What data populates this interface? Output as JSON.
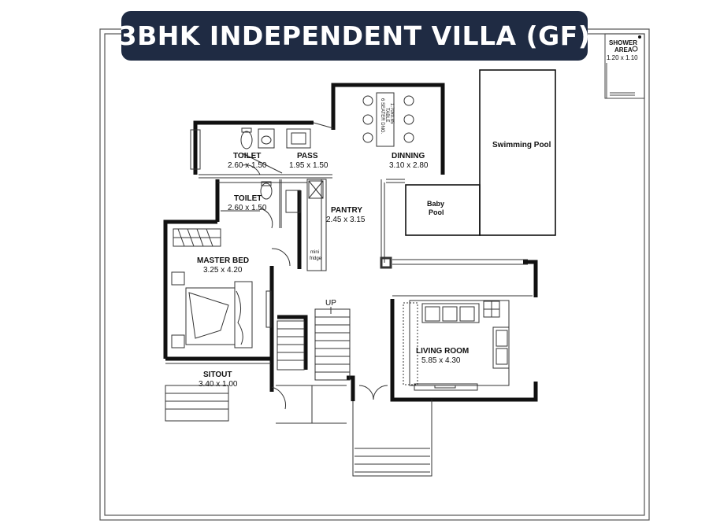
{
  "title": "3BHK INDEPENDENT VILLA (GF)",
  "shower": {
    "name": "SHOWER AREA",
    "name_line1": "SHOWER",
    "name_line2": "AREA",
    "size": "1.20 x 1.10"
  },
  "rooms": {
    "toilet1": {
      "name": "TOILET",
      "size": "2.60 x 1.50"
    },
    "pass": {
      "name": "PASS",
      "size": "1.95 x 1.50"
    },
    "dinning": {
      "name": "DINNING",
      "size": "3.10 x 2.80"
    },
    "toilet2": {
      "name": "TOILET",
      "size": "2.60 x 1.50"
    },
    "pantry": {
      "name": "PANTRY",
      "size": "2.45 x 3.15"
    },
    "master_bed": {
      "name": "MASTER BED",
      "size": "3.25 x 4.20"
    },
    "living_room": {
      "name": "LIVING ROOM",
      "size": "5.85 x 4.30"
    },
    "sitout": {
      "name": "SITOUT",
      "size": "3.40 x 1.00"
    }
  },
  "features": {
    "swimming_pool": "Swimming Pool",
    "baby_pool_line1": "Baby",
    "baby_pool_line2": "Pool",
    "mini_fridge_line1": "mini",
    "mini_fridge_line2": "fridge",
    "stair_up": "UP",
    "dining_table_line1": "6 SEATER DNG.",
    "dining_table_line2": "TABLE",
    "dining_table_line3": "1.70x0.85"
  },
  "colors": {
    "banner": "#1f2b43",
    "wall": "#111111",
    "line": "#444444"
  }
}
